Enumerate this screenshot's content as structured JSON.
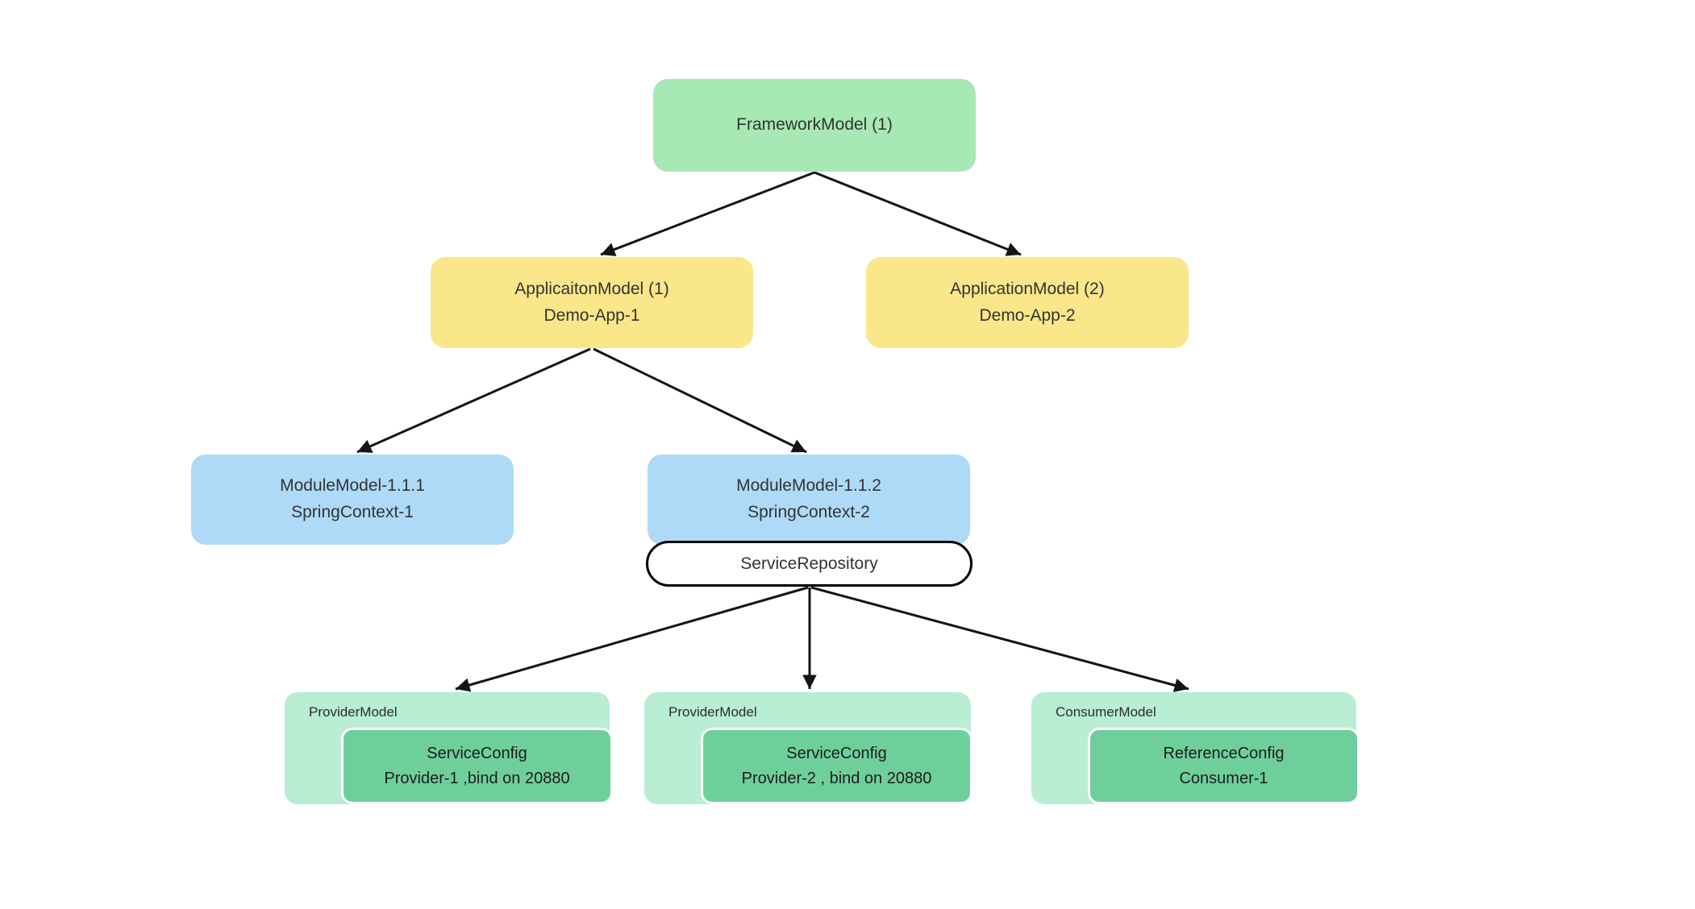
{
  "diagram": {
    "colors": {
      "framework": "#a7e8b4",
      "application": "#fae78a",
      "module": "#aedaf8",
      "container": "#b9edd4",
      "inner": "#6fcf9b",
      "arrow": "#141414",
      "text": "#333333"
    },
    "nodes": {
      "framework": {
        "label": "FrameworkModel (1)"
      },
      "app1": {
        "line1": "ApplicaitonModel (1)",
        "line2": "Demo-App-1"
      },
      "app2": {
        "line1": "ApplicationModel (2)",
        "line2": "Demo-App-2"
      },
      "module1": {
        "line1": "ModuleModel-1.1.1",
        "line2": "SpringContext-1"
      },
      "module2": {
        "line1": "ModuleModel-1.1.2",
        "line2": "SpringContext-2"
      },
      "service_repository": {
        "label": "ServiceRepository"
      },
      "provider1": {
        "group_label": "ProviderModel",
        "inner": {
          "line1": "ServiceConfig",
          "line2": "Provider-1 ,bind on 20880"
        }
      },
      "provider2": {
        "group_label": "ProviderModel",
        "inner": {
          "line1": "ServiceConfig",
          "line2": "Provider-2 , bind on 20880"
        }
      },
      "consumer": {
        "group_label": "ConsumerModel",
        "inner": {
          "line1": "ReferenceConfig",
          "line2": "Consumer-1"
        }
      }
    }
  }
}
